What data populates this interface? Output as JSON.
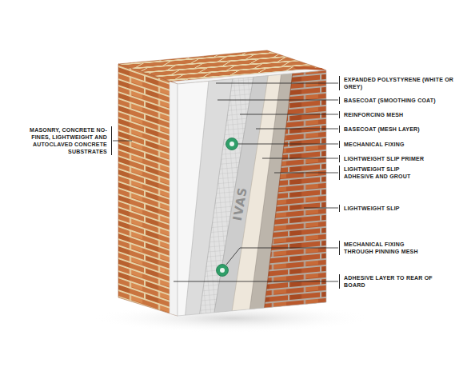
{
  "diagram": {
    "labels": [
      "EXPANDED POLYSTYRENE (WHITE OR GREY)",
      "BASECOAT (SMOOTHING COAT)",
      "REINFORCING MESH",
      "BASECOAT (MESH LAYER)",
      "MECHANICAL FIXING",
      "LIGHTWEIGHT SLIP PRIMER",
      "LIGHTWEIGHT SLIP ADHESIVE AND GROUT",
      "LIGHTWEIGHT SLIP",
      "MECHANICAL FIXING THROUGH PINNING MESH",
      "ADHESIVE LAYER TO REAR OF BOARD",
      "MASONRY, CONCRETE NO-FINES, LIGHTWEIGHT AND AUTOCLAVED CONCRETE SUBSTRATES",
      "IVAS"
    ]
  }
}
